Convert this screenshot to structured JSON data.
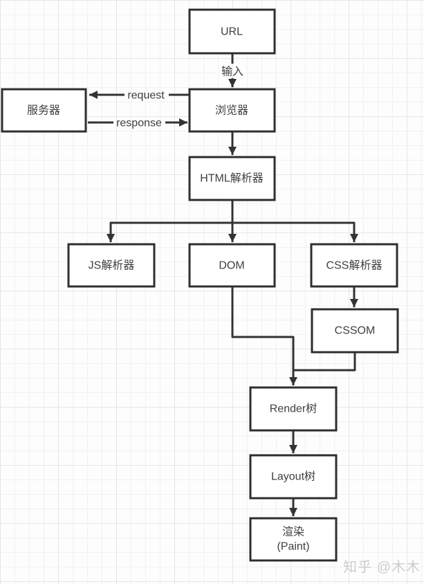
{
  "diagram": {
    "nodes": {
      "url": {
        "label": "URL"
      },
      "server": {
        "label": "服务器"
      },
      "browser": {
        "label": "浏览器"
      },
      "html_parser": {
        "label": "HTML解析器"
      },
      "js_parser": {
        "label": "JS解析器"
      },
      "dom": {
        "label": "DOM"
      },
      "css_parser": {
        "label": "CSS解析器"
      },
      "cssom": {
        "label": "CSSOM"
      },
      "render_tree": {
        "label": "Render树"
      },
      "layout_tree": {
        "label": "Layout树"
      },
      "paint": {
        "label_line1": "渲染",
        "label_line2": "(Paint)"
      }
    },
    "edge_labels": {
      "input": "输入",
      "request": "request",
      "response": "response"
    },
    "edges": [
      {
        "from": "url",
        "to": "browser",
        "label": "输入"
      },
      {
        "from": "browser",
        "to": "server",
        "label": "request"
      },
      {
        "from": "server",
        "to": "browser",
        "label": "response"
      },
      {
        "from": "browser",
        "to": "html_parser",
        "label": ""
      },
      {
        "from": "html_parser",
        "to": "js_parser",
        "label": ""
      },
      {
        "from": "html_parser",
        "to": "dom",
        "label": ""
      },
      {
        "from": "html_parser",
        "to": "css_parser",
        "label": ""
      },
      {
        "from": "css_parser",
        "to": "cssom",
        "label": ""
      },
      {
        "from": "dom",
        "to": "render_tree",
        "label": ""
      },
      {
        "from": "cssom",
        "to": "render_tree",
        "label": ""
      },
      {
        "from": "render_tree",
        "to": "layout_tree",
        "label": ""
      },
      {
        "from": "layout_tree",
        "to": "paint",
        "label": ""
      }
    ],
    "colors": {
      "line": "#333333",
      "node_border": "#2e2e2e",
      "node_fill": "#ffffff",
      "text": "#3f3f3f",
      "watermark": "#cccccc"
    }
  },
  "watermark": {
    "text": "知乎 @木木"
  }
}
